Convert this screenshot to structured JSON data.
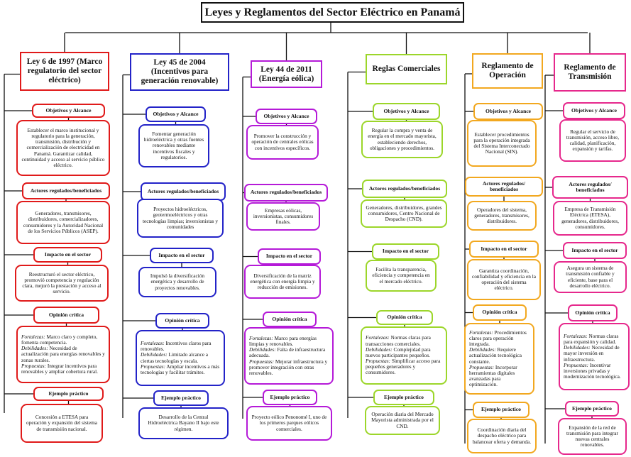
{
  "title": "Leyes y Reglamentos del Sector Eléctrico en Panamá",
  "colors": {
    "c1": "#e01a1a",
    "c2": "#2323c8",
    "c3": "#b51ad8",
    "c4": "#9cd62a",
    "c5": "#f2a81f",
    "c6": "#e6288c",
    "lines": "#111111"
  },
  "columns": [
    {
      "law": "Ley 6 de 1997 (Marco regulatorio del sector eléctrico)",
      "objetivos_label": "Objetivos y Alcance",
      "objetivos": "Establecer el marco institucional y regulatorio para la generación, transmisión, distribución y comercialización de electricidad en Panamá. Garantizar calidad, continuidad y acceso al servicio público eléctrico.",
      "actores_label": "Actores regulados/beneficiados",
      "actores": "Generadores, transmisores, distribuidores, comercializadores, consumidores y la Autoridad Nacional de los Servicios Públicos (ASEP).",
      "impacto_label": "Impacto en el sector",
      "impacto": "Reestructuró el sector eléctrico, promovió competencia y regulación clara, mejoró la prestación y acceso al servicio.",
      "opinion_label": "Opinión crítica",
      "fortalezas_tag": "Fortalezas:",
      "fortalezas": "Marco claro y completo, fomenta competencia.",
      "debilidades_tag": "Debilidades:",
      "debilidades": "Necesidad de actualización para energías renovables y zonas rurales.",
      "propuestas_tag": "Propuestas:",
      "propuestas": "Integrar incentivos para renovables y ampliar cobertura rural.",
      "ejemplo_label": "Ejemplo práctico",
      "ejemplo": "Concesión a ETESA para operación y expansión del sistema de transmisión nacional."
    },
    {
      "law": "Ley 45 de 2004 (Incentivos para generación renovable)",
      "objetivos_label": "Objetivos y Alcance",
      "objetivos": "Fomentar generación hidroeléctrica y otras fuentes renovables mediante incentivos fiscales y regulatorios.",
      "actores_label": "Actores regulados/beneficiados",
      "actores": "Proyectos hidroeléctricos, geotermoeléctricos y otras tecnologías limpias; inversionistas y comunidades",
      "impacto_label": "Impacto en el sector",
      "impacto": "Impulsó la diversificación energética y desarrollo de proyectos renovables.",
      "opinion_label": "Opinión crítica",
      "fortalezas_tag": "Fortalezas:",
      "fortalezas": "Incentivos claros para renovables.",
      "debilidades_tag": "Debilidades:",
      "debilidades": "Limitado alcance a ciertas tecnologías y escala.",
      "propuestas_tag": "Propuestas:",
      "propuestas": "Ampliar incentivos a más tecnologías y facilitar trámites.",
      "ejemplo_label": "Ejemplo práctico",
      "ejemplo": "Desarrollo de la Central Hidroeléctrica Bayano II bajo este régimen."
    },
    {
      "law": "Ley 44 de 2011 (Energía eólica)",
      "objetivos_label": "Objetivos y Alcance",
      "objetivos": "Promover la construcción y operación de centrales eólicas con incentivos específicos.",
      "actores_label": "Actores regulados/beneficiados",
      "actores": "Empresas eólicas, inversionistas, consumidores finales.",
      "impacto_label": "Impacto en el sector",
      "impacto": "Diversificación de la matriz energética con energía limpia y reducción de emisiones.",
      "opinion_label": "Opinión crítica",
      "fortalezas_tag": "Fortalezas:",
      "fortalezas": "Marco para energías limpias y renovables.",
      "debilidades_tag": "Debilidades:",
      "debilidades": "Falta de infraestructura adecuada.",
      "propuestas_tag": "Propuestas:",
      "propuestas": "Mejorar infraestructura y promover integración con otras renovables.",
      "ejemplo_label": "Ejemplo práctico",
      "ejemplo": "Proyecto eólico Penonomé I, uno de los primeros parques eólicos comerciales."
    },
    {
      "law": "Reglas Comerciales",
      "objetivos_label": "Objetivos y Alcance",
      "objetivos": "Regular la compra y venta de energía en el mercado mayorista, estableciendo derechos, obligaciones y procedimientos.",
      "actores_label": "Actores regulados/beneficiados",
      "actores": "Generadores, distribuidores, grandes consumidores, Centro Nacional de Despacho (CND).",
      "impacto_label": "Impacto en el sector",
      "impacto": "Facilita la transparencia, eficiencia y competencia en el mercado eléctrico.",
      "opinion_label": "Opinión crítica",
      "fortalezas_tag": "Fortalezas:",
      "fortalezas": "Normas claras para transacciones comerciales.",
      "debilidades_tag": "Debilidades:",
      "debilidades": "Complejidad para nuevos participantes pequeños.",
      "propuestas_tag": "Propuestas:",
      "propuestas": "Simplificar acceso para pequeños generadores y consumidores.",
      "ejemplo_label": "Ejemplo práctico",
      "ejemplo": "Operación diaria del Mercado Mayorista administrada por el CND."
    },
    {
      "law": "Reglamento de Operación",
      "objetivos_label": "Objetivos y Alcance",
      "objetivos": "Establecer procedimientos para la operación integrada del Sistema Interconectado Nacional (SIN).",
      "actores_label": "Actores regulados/ beneficiados",
      "actores": "Operadores del sistema, generadores, transmisores, distribuidores.",
      "impacto_label": "Impacto en el sector",
      "impacto": "Garantiza coordinación, confiabilidad y eficiencia en la operación del sistema eléctrico.",
      "opinion_label": "Opinión crítica",
      "fortalezas_tag": "Fortalezas:",
      "fortalezas": "Procedimientos claros para operación integrada.",
      "debilidades_tag": "Debilidades:",
      "debilidades": "Requiere actualización tecnológica constante.",
      "propuestas_tag": "Propuestas:",
      "propuestas": "Incorporar herramientas digitales avanzadas para optimización.",
      "ejemplo_label": "Ejemplo práctico",
      "ejemplo": "Coordinación diaria del despacho eléctrico para balancear oferta y demanda."
    },
    {
      "law": "Reglamento de Transmisión",
      "objetivos_label": "Objetivos y Alcance",
      "objetivos": "Regular el servicio de transmisión, acceso libre, calidad, planificación, expansión y tarifas.",
      "actores_label": "Actores regulados/ beneficiados",
      "actores": "Empresa de Transmisión Eléctrica (ETESA), generadores, distribuidores, consumidores.",
      "impacto_label": "Impacto en el sector",
      "impacto": "Asegura un sistema de transmisión confiable y eficiente, base para el desarrollo eléctrico.",
      "opinion_label": "Opinión crítica",
      "fortalezas_tag": "Fortalezas:",
      "fortalezas": "Normas claras para expansión y calidad.",
      "debilidades_tag": "Debilidades:",
      "debilidades": "Necesidad de mayor inversión en infraestructura.",
      "propuestas_tag": "Propuestas:",
      "propuestas": "Incentivar inversiones privadas y modernización tecnológica.",
      "ejemplo_label": "Ejemplo práctico",
      "ejemplo": "Expansión de la red de transmisión para integrar nuevas centrales renovables."
    }
  ]
}
